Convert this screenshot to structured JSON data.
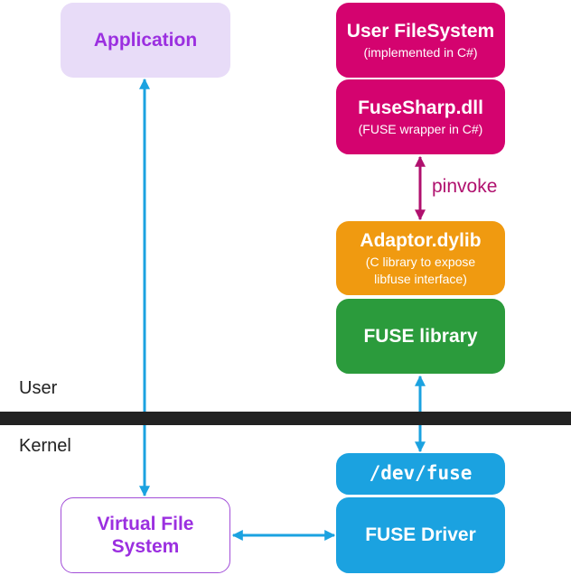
{
  "boxes": {
    "application": {
      "title": "Application"
    },
    "user_filesystem": {
      "title": "User FileSystem",
      "subtitle": "(implemented in C#)"
    },
    "fusesharp": {
      "title": "FuseSharp.dll",
      "subtitle": "(FUSE wrapper in C#)"
    },
    "adaptor": {
      "title": "Adaptor.dylib",
      "subtitle_line1": "(C library to expose",
      "subtitle_line2": "libfuse interface)"
    },
    "fuse_library": {
      "title": "FUSE library"
    },
    "dev_fuse": {
      "title": "/dev/fuse"
    },
    "fuse_driver": {
      "title": "FUSE Driver"
    },
    "virtual_fs": {
      "title_line1": "Virtual File",
      "title_line2": "System"
    }
  },
  "labels": {
    "pinvoke": "pinvoke",
    "user": "User",
    "kernel": "Kernel"
  },
  "colors": {
    "magenta": "#d4036f",
    "orange": "#f09a10",
    "green": "#2b9b3c",
    "blue": "#1ba2e0",
    "purple": "#9b2fe0",
    "lavender": "#e8dcf8",
    "arrow_blue": "#1ba2e0",
    "arrow_magenta": "#b0106e",
    "divider": "#222222"
  }
}
